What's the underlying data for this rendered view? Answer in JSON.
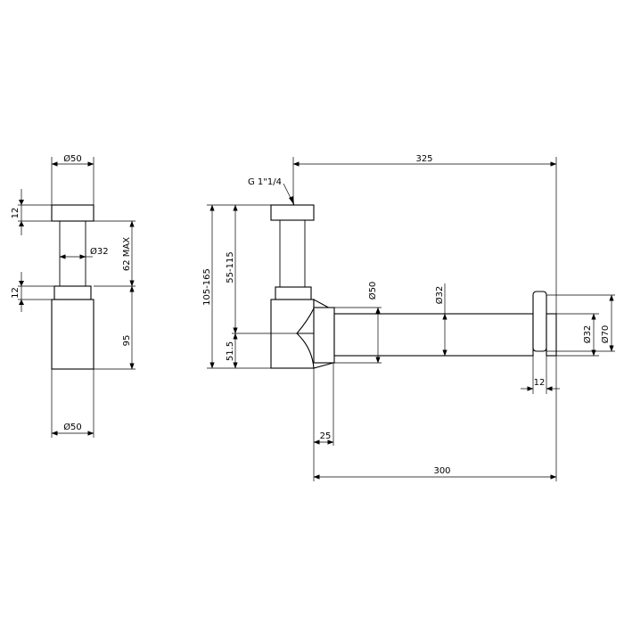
{
  "diagram": {
    "side_view": {
      "top_diameter": "Ø50",
      "bottom_diameter": "Ø50",
      "cap_height": "12",
      "collar_height": "12",
      "stem_diameter": "Ø32",
      "stem_height": "62 MAX",
      "body_height": "95"
    },
    "front_view": {
      "thread": "G 1\"1/4",
      "overall_length": "325",
      "total_height": "105-165",
      "adjustable_height": "55-115",
      "outlet_height": "51.5",
      "outlet_offset": "25",
      "pipe_length": "300",
      "body_diameter": "Ø50",
      "pipe_diameter": "Ø32",
      "flange_inner_diameter": "Ø32",
      "flange_outer_diameter": "Ø70",
      "flange_thickness": "12"
    }
  }
}
